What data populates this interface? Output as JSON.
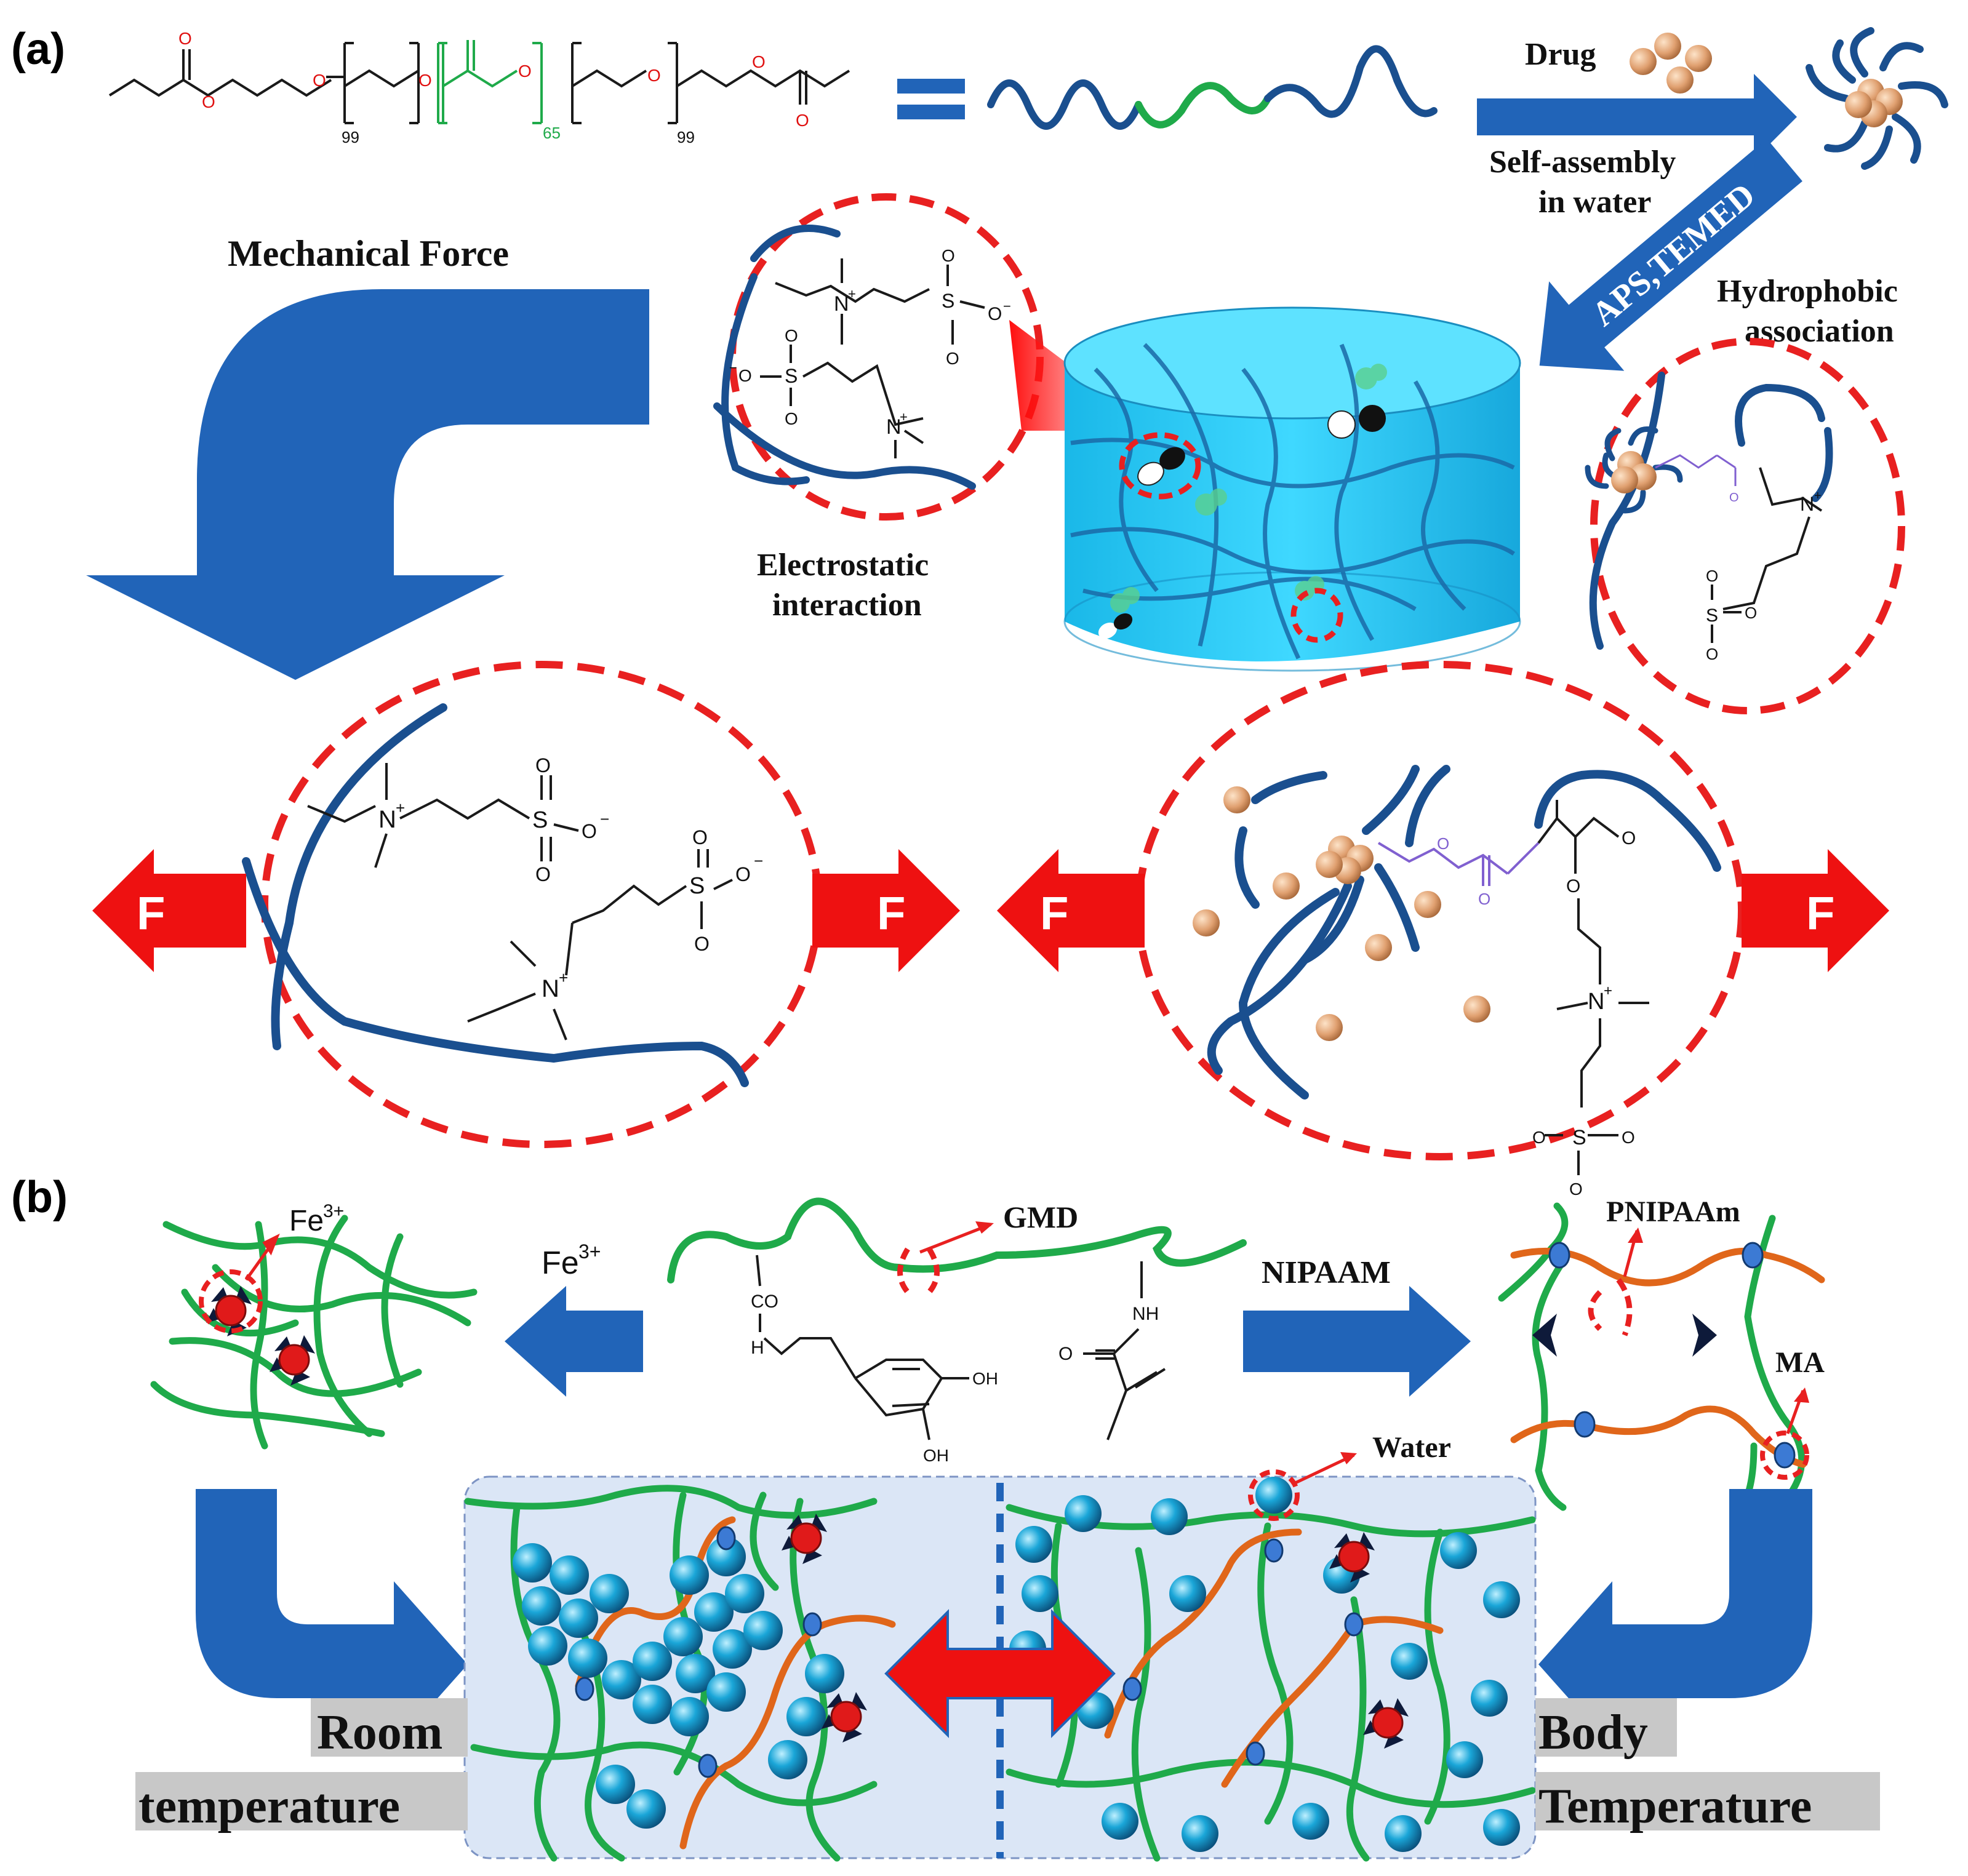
{
  "panels": {
    "a": "(a)",
    "b": "(b)"
  },
  "labels": {
    "drug": "Drug",
    "self_assembly_1": "Self-assembly",
    "self_assembly_2": "in water",
    "mechanical_force": "Mechanical Force",
    "aps_temed": "APS,TEMED",
    "hydrophobic_1": "Hydrophobic",
    "hydrophobic_2": "association",
    "electrostatic_1": "Electrostatic",
    "electrostatic_2": "interaction",
    "force": "F",
    "fe3": "Fe",
    "fe3_sup": "3+",
    "gmd": "GMD",
    "nipaam": "NIPAAM",
    "pnipaam": "PNIPAAm",
    "ma": "MA",
    "water": "Water",
    "room_1": "Room",
    "room_2": "temperature",
    "body_1": "Body",
    "body_2": "Temperature"
  },
  "chemistry": {
    "subscript_99": "99",
    "subscript_65": "65",
    "n_plus": "N",
    "plus": "+",
    "o_minus": "O",
    "minus": "−",
    "s": "S",
    "o": "O",
    "co": "CO",
    "nh": "NH",
    "h": "H",
    "oh": "OH"
  },
  "colors": {
    "polymer_blue": "#1a4f8f",
    "polymer_green": "#1faa4a",
    "pnipaam_orange": "#e0661a",
    "arrow_blue": "#2164b8",
    "force_red": "#ee1111",
    "dash_red": "#e82020",
    "gel_cyan": "#1fc8f0",
    "drug_tan": "#e0a070",
    "water_sphere": "#1aa6d8",
    "box_fill": "#dbe6f6"
  }
}
